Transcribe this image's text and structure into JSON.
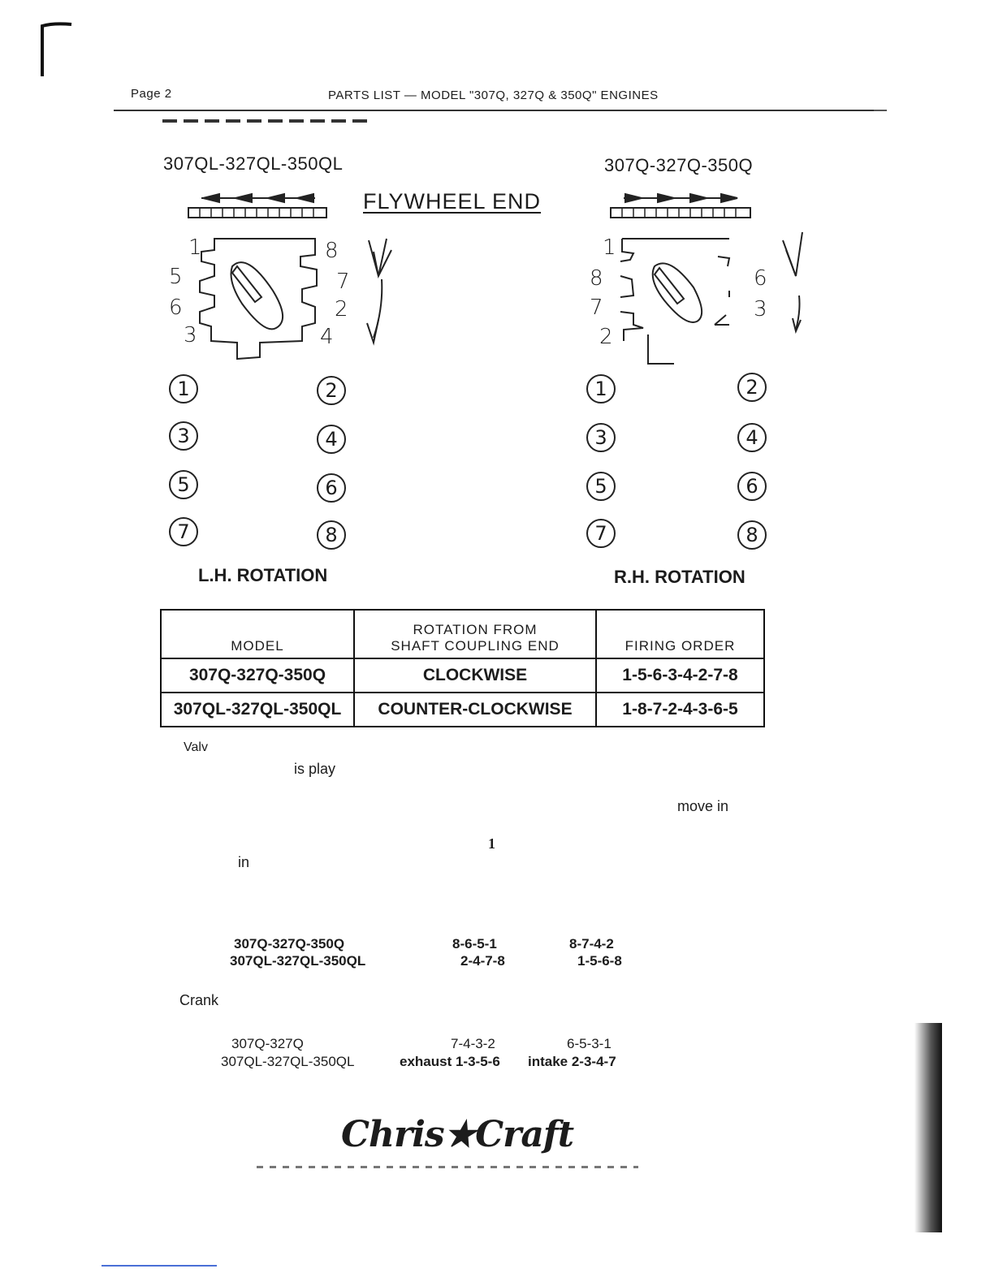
{
  "header": {
    "page": "Page 2",
    "title": "PARTS LIST — MODEL \"307Q, 327Q & 350Q\" ENGINES"
  },
  "diagram": {
    "left_model": "307QL-327QL-350QL",
    "right_model": "307Q-327Q-350Q",
    "center_label": "FLYWHEEL END",
    "left_rotation": "L.H. ROTATION",
    "right_rotation": "R.H. ROTATION",
    "left_cyl_labels": [
      "1",
      "5",
      "6",
      "3"
    ],
    "left_cyl_labels_right": [
      "8",
      "7",
      "2",
      "4"
    ],
    "right_cyl_labels": [
      "1",
      "8",
      "7",
      "2"
    ],
    "right_cyl_labels_right": [
      "6",
      "3"
    ],
    "left_cylinders": [
      "1",
      "2",
      "3",
      "4",
      "5",
      "6",
      "7",
      "8"
    ],
    "right_cylinders": [
      "1",
      "2",
      "3",
      "4",
      "5",
      "6",
      "7",
      "8"
    ]
  },
  "table": {
    "col_model": "MODEL",
    "col_rotation_1": "ROTATION FROM",
    "col_rotation_2": "SHAFT COUPLING END",
    "col_firing": "FIRING ORDER",
    "rows": [
      {
        "model": "307Q-327Q-350Q",
        "rotation": "CLOCKWISE",
        "firing": "1-5-6-3-4-2-7-8"
      },
      {
        "model": "307QL-327QL-350QL",
        "rotation": "COUNTER-CLOCKWISE",
        "firing": "1-8-7-2-4-3-6-5"
      }
    ]
  },
  "fragments": {
    "valv": "Valv",
    "is_play": "is play",
    "move_in": "move in",
    "one": "1",
    "in": "in",
    "crank": "Crank"
  },
  "valve_rows": [
    {
      "model": "307Q-327Q-350Q",
      "a": "8-6-5-1",
      "b": "8-7-4-2"
    },
    {
      "model": "307QL-327QL-350QL",
      "a": "2-4-7-8",
      "b": "1-5-6-8"
    }
  ],
  "crank_rows": [
    {
      "model": "307Q-327Q",
      "a": "7-4-3-2",
      "b": "6-5-3-1"
    },
    {
      "model": "307QL-327QL-350QL",
      "a": "exhaust 1-3-5-6",
      "b": "intake 2-3-4-7"
    }
  ],
  "logo_text": "Chris★Craft"
}
